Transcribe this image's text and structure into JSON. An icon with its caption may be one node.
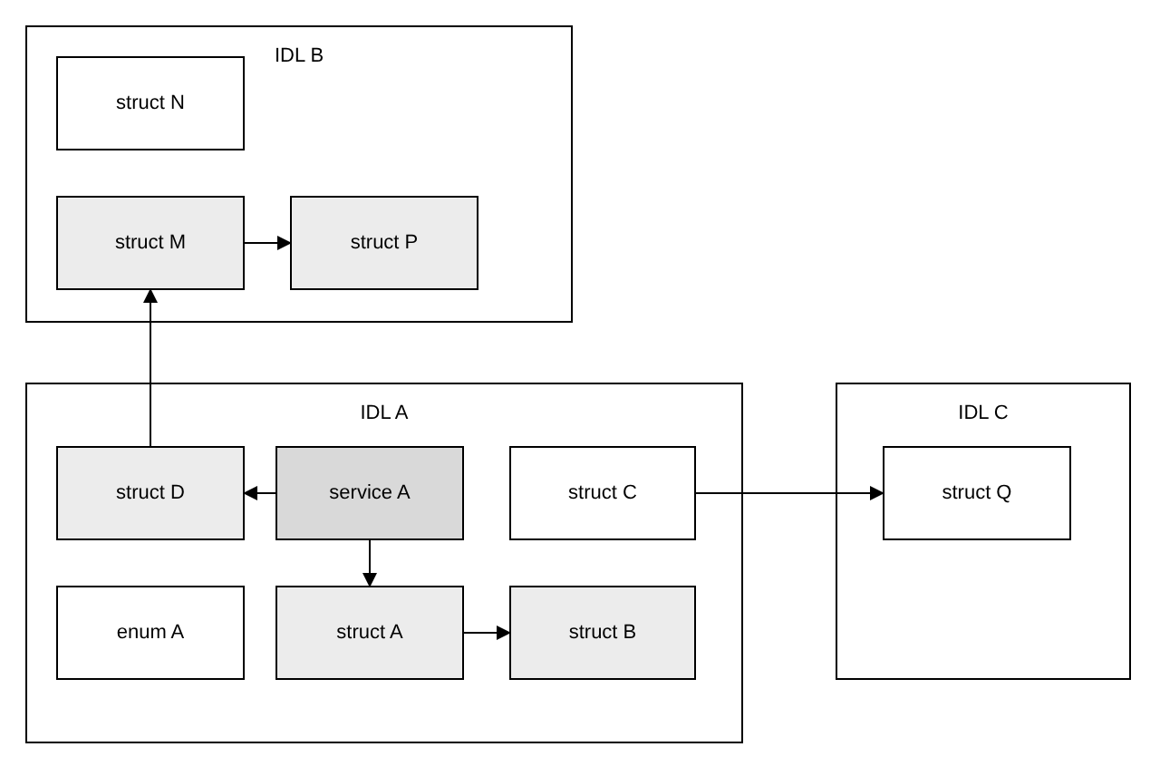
{
  "diagram": {
    "nodes": [
      {
        "text": [
          "IDL B"
        ]
      },
      {
        "text": [
          "struct N"
        ],
        "in": 0
      },
      {
        "text": [
          "struct M"
        ],
        "in": 0
      },
      {
        "text": [
          "struct P"
        ],
        "in": 0
      },
      {
        "text": [
          "IDL A"
        ]
      },
      {
        "text": [
          "struct D"
        ],
        "in": 4
      },
      {
        "text": [
          "service A"
        ],
        "in": 4
      },
      {
        "text": [
          "struct C"
        ],
        "in": 4
      },
      {
        "text": [
          "enum A"
        ],
        "in": 4
      },
      {
        "text": [
          "struct A"
        ],
        "in": 4
      },
      {
        "text": [
          "struct B"
        ],
        "in": 4
      },
      {
        "text": [
          "IDL C"
        ]
      },
      {
        "text": [
          "struct Q"
        ],
        "in": 11
      }
    ],
    "edges": [
      {
        "from": 2,
        "to": 3,
        "arrow": "to"
      },
      {
        "from": 5,
        "to": 2,
        "arrow": "to"
      },
      {
        "from": 6,
        "to": 5,
        "arrow": "to"
      },
      {
        "from": 6,
        "to": 9,
        "arrow": "to"
      },
      {
        "from": 9,
        "to": 10,
        "arrow": "to"
      },
      {
        "from": 7,
        "to": 12,
        "arrow": "to"
      }
    ]
  }
}
